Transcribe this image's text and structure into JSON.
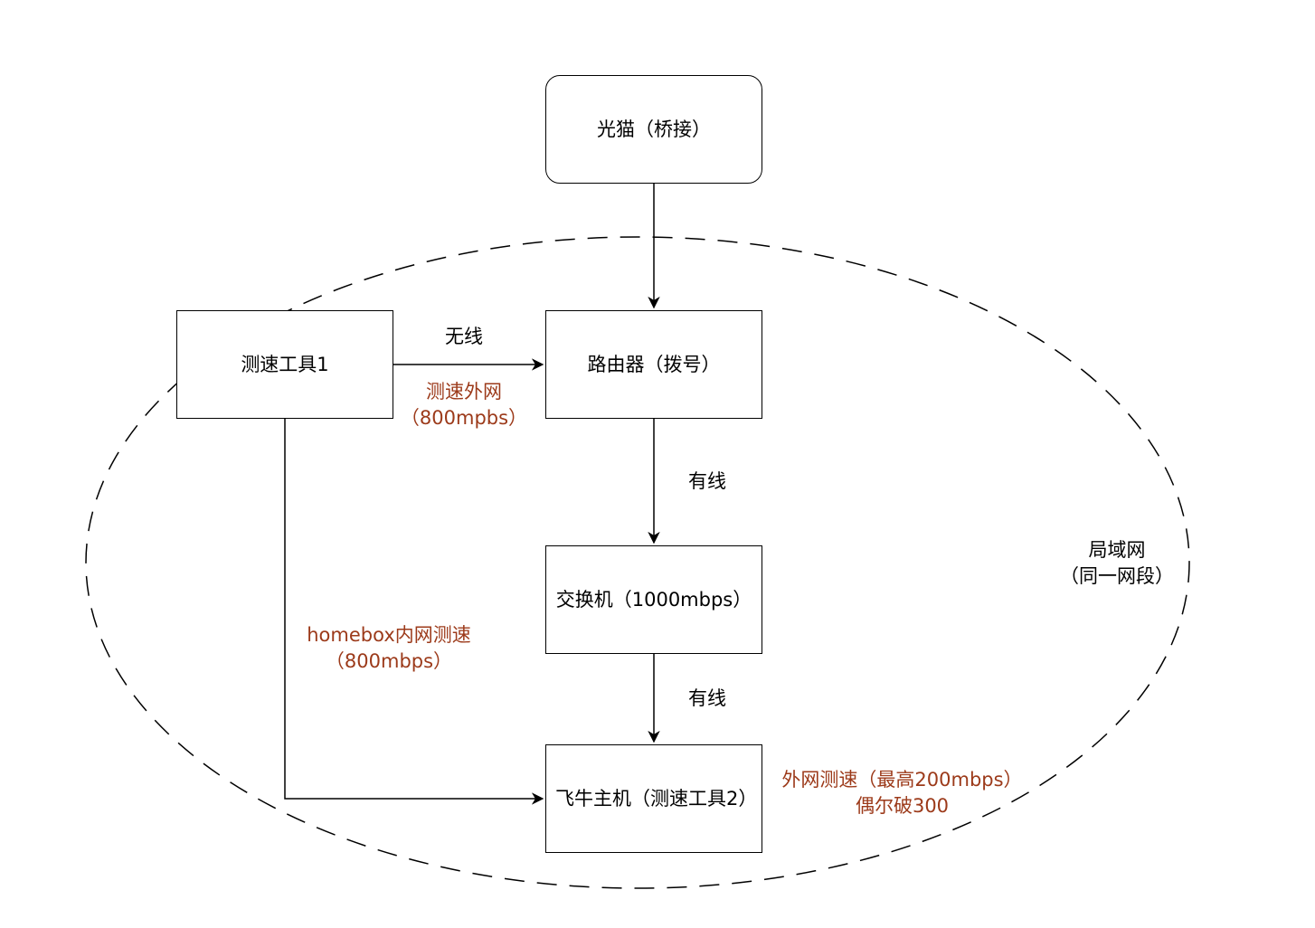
{
  "nodes": {
    "modem": "光猫（桥接）",
    "speedtest1": "测速工具1",
    "router": "路由器（拨号）",
    "switch": "交换机（1000mbps）",
    "fnos_host": "飞牛主机（测速工具2）"
  },
  "edges": {
    "wireless": "无线",
    "wired_router_switch": "有线",
    "wired_switch_host": "有线"
  },
  "annotations": {
    "external_speed_line1": "测速外网",
    "external_speed_line2": "（800mpbs）",
    "homebox_line1": "homebox内网测速",
    "homebox_line2": "（800mbps）",
    "host_external_line1": "外网测速（最高200mbps）",
    "host_external_line2": "偶尔破300",
    "lan_line1": "局域网",
    "lan_line2": "（同一网段）"
  },
  "colors": {
    "accent": "#9c3a1a",
    "stroke": "#000000"
  }
}
